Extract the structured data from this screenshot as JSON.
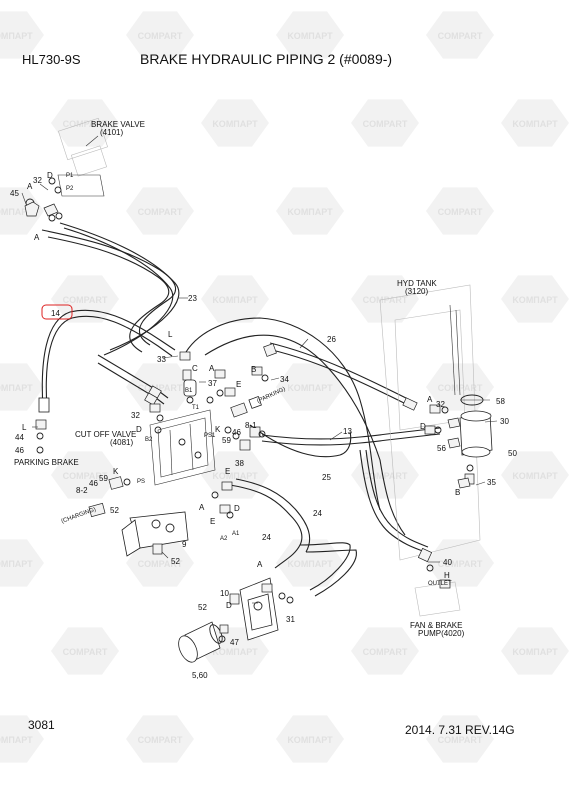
{
  "header": {
    "model": "HL730-9S",
    "title": "BRAKE HYDRAULIC PIPING 2 (#0089-)"
  },
  "footer": {
    "page": "3081",
    "revision": "2014. 7.31  REV.14G"
  },
  "watermark": {
    "brand_a": "KOMПАРТ",
    "brand_b": "COMPART"
  },
  "components": {
    "brake_valve": {
      "name": "BRAKE VALVE",
      "code": "(4101)"
    },
    "hyd_tank": {
      "name": "HYD TANK",
      "code": "(3120)"
    },
    "cut_off_valve": {
      "name": "CUT OFF VALVE",
      "code": "(4081)"
    },
    "parking_brake": "PARKING BRAKE",
    "pump": {
      "name": "FAN & BRAKE",
      "code": "PUMP(4020)"
    },
    "outlet": "OUTLET",
    "charging": "(CHARGING)",
    "parking": "(PARKING)"
  },
  "callouts": {
    "c45": "45",
    "c32a": "32",
    "cD1": "D",
    "cA1": "A",
    "cA2": "A",
    "c23": "23",
    "c14": "14",
    "cL1": "L",
    "c33": "33",
    "cC1": "C",
    "cA3": "A",
    "c37": "37",
    "cE1": "E",
    "cB1": "B",
    "c34": "34",
    "c26": "26",
    "cA4": "A",
    "c32b": "32",
    "cD2": "D",
    "c58": "58",
    "c30": "30",
    "cL2": "L",
    "c44": "44",
    "c46a": "46",
    "c32c": "32",
    "cD3": "D",
    "cK1": "K",
    "c46b": "46",
    "c59a": "59",
    "c38": "38",
    "c8_1": "8-1",
    "c13": "13",
    "c56": "56",
    "cE2": "E",
    "cB2": "B",
    "c50": "50",
    "c25": "25",
    "c35": "35",
    "c59b": "59",
    "cK2": "K",
    "c46c": "46",
    "c8_2": "8-2",
    "cA5": "A",
    "cD4": "D",
    "cE3": "E",
    "c52a": "52",
    "c24a": "24",
    "c24b": "24",
    "c9": "9",
    "c52b": "52",
    "cA6": "A",
    "c40": "40",
    "cH": "H",
    "c10": "10",
    "cD5": "D",
    "c52c": "52",
    "c31": "31",
    "c47": "47",
    "c5_60": "5,60"
  },
  "ports": {
    "p1": "P1",
    "p2": "P2",
    "b1": "B1",
    "t1": "T1",
    "ps1": "PS1",
    "b2": "B2",
    "ps": "PS",
    "a1": "A1",
    "a2": "A2"
  }
}
